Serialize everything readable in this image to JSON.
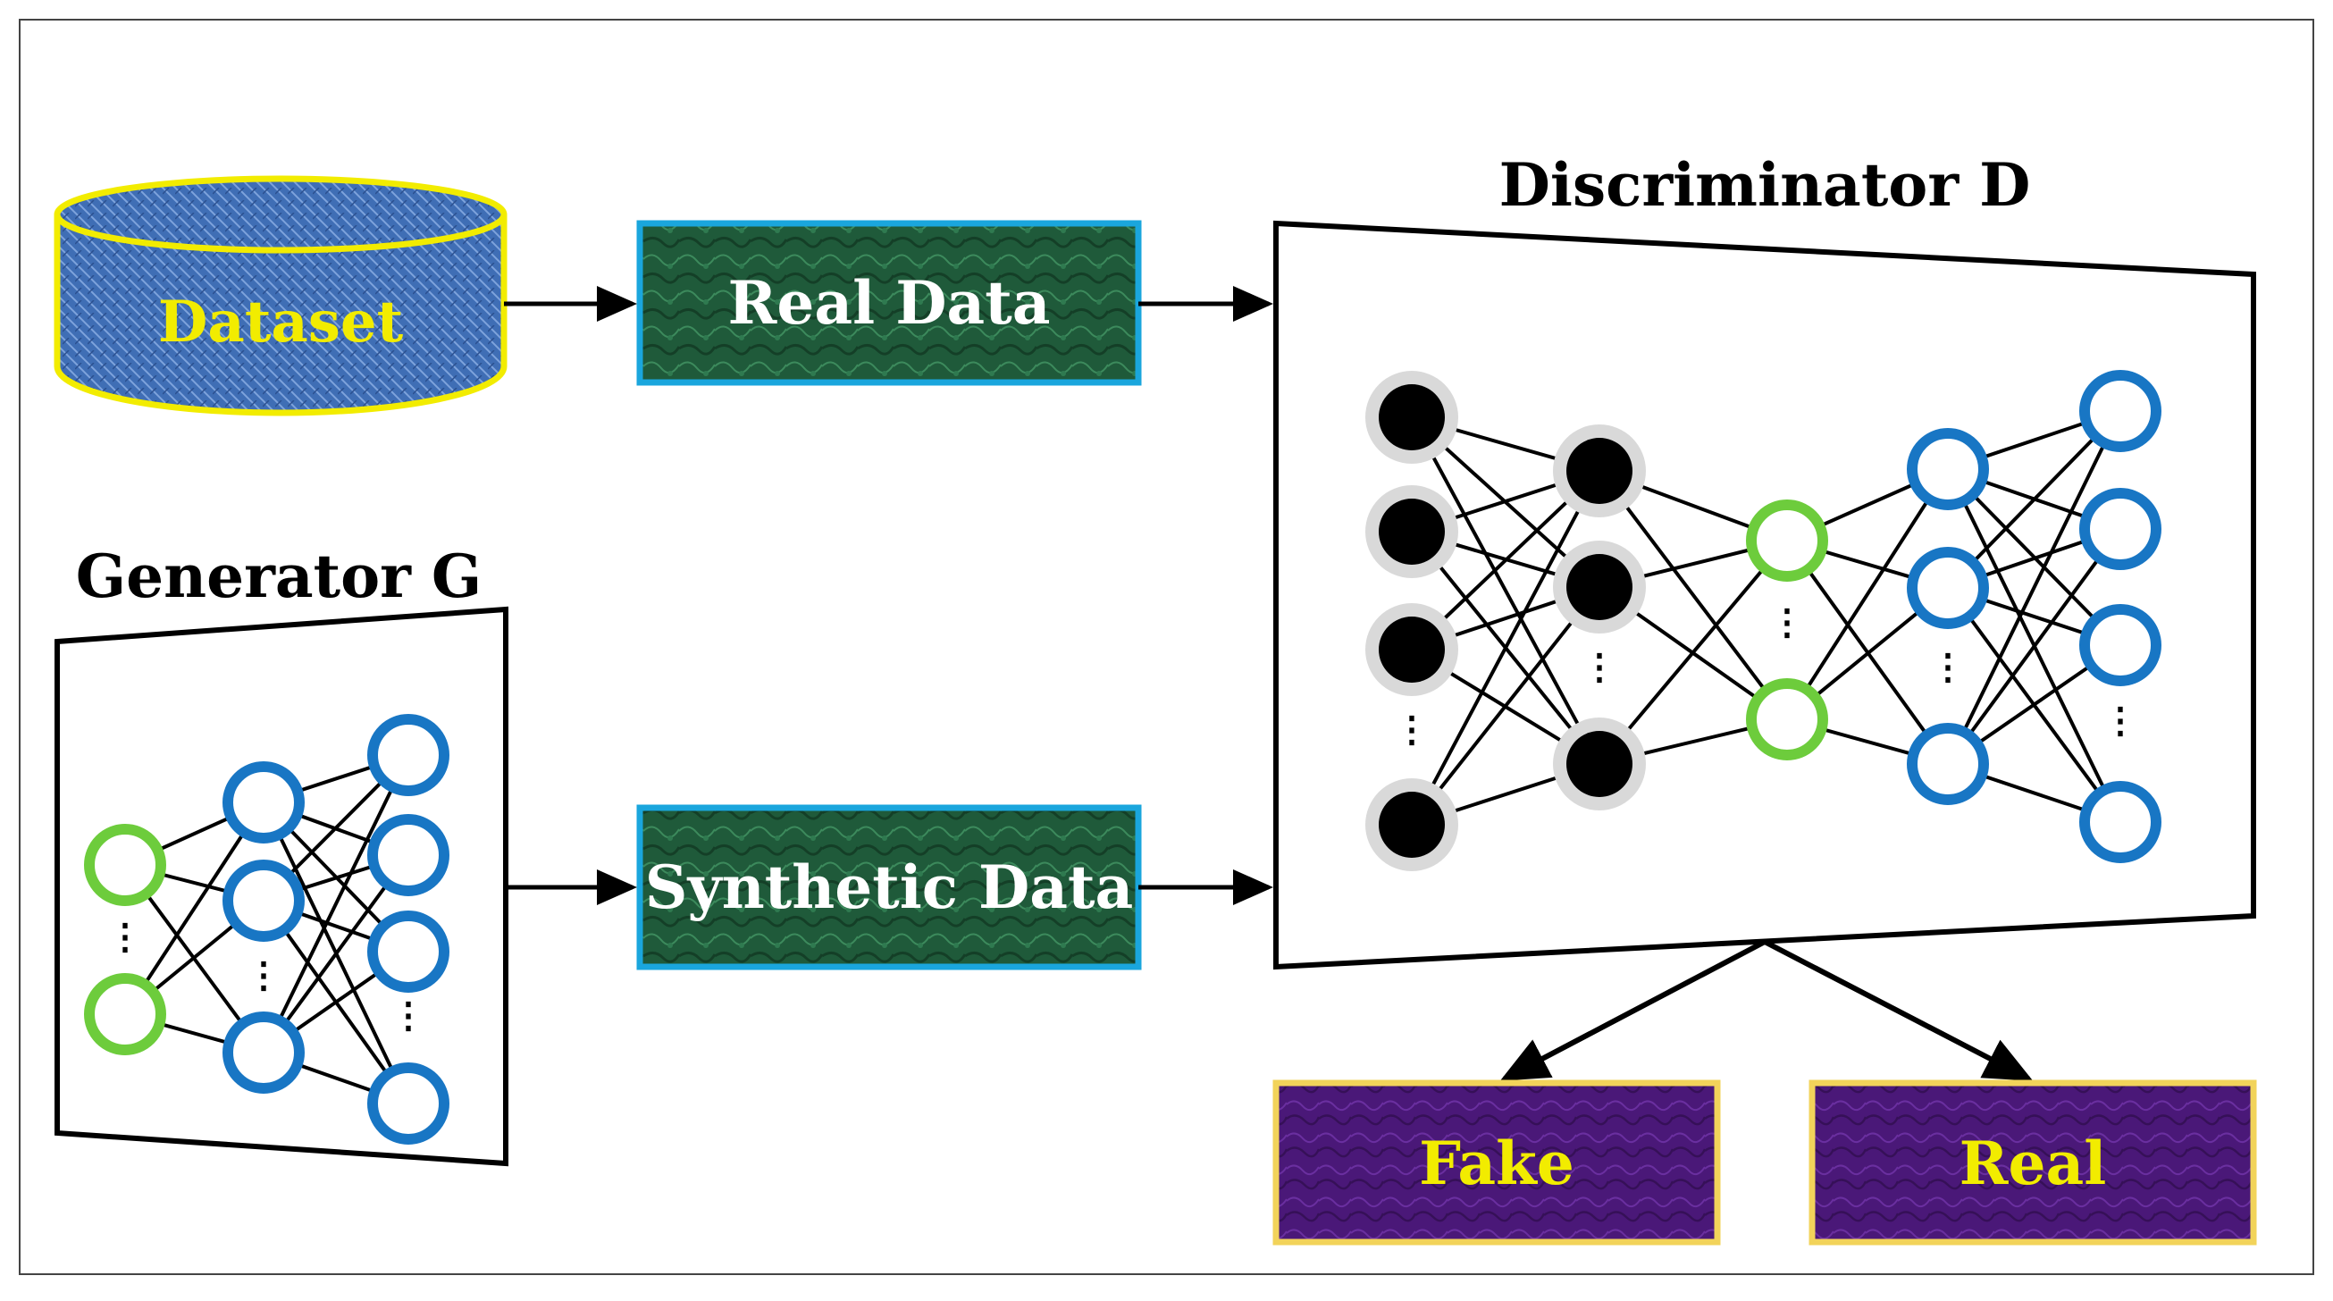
{
  "labels": {
    "dataset": "Dataset",
    "real_data": "Real Data",
    "synthetic_data": "Synthetic Data",
    "generator": "Generator G",
    "discriminator": "Discriminator D",
    "fake": "Fake",
    "real": "Real"
  },
  "ellipsis": "⋮",
  "colors": {
    "dataset_fill": "#3f6eb5",
    "dataset_border": "#f2ec00",
    "dataset_text": "#f2ec00",
    "data_box_fill": "#1f5a3a",
    "data_box_border": "#1aa6dd",
    "data_box_text": "#ffffff",
    "output_fill": "#4a1878",
    "output_border": "#f2d35a",
    "output_text": "#f2ec00",
    "node_green": "#6dcc3c",
    "node_blue": "#1876c4",
    "node_black": "#000000",
    "node_halo": "#d9d9d9"
  }
}
